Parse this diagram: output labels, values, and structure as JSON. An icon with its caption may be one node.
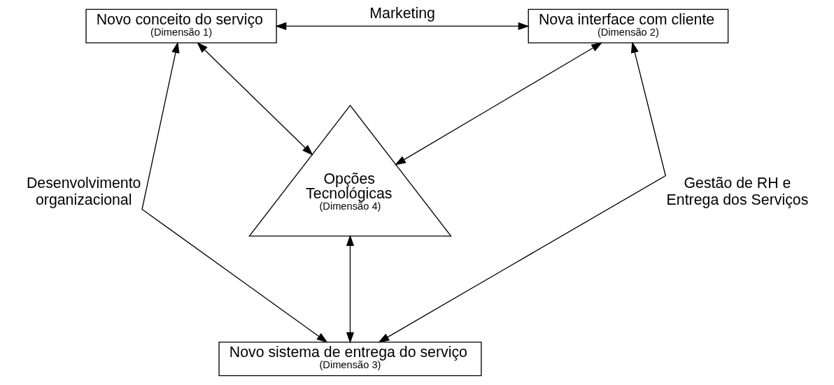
{
  "diagram": {
    "nodes": [
      {
        "text": [
          "Novo conceito do serviço",
          "(Dimensão 1)"
        ]
      },
      {
        "text": [
          "Nova interface com cliente",
          "(Dimensão 2)"
        ]
      },
      {
        "text": [
          "Opções Tecnológicas",
          "(Dimensão 4)"
        ]
      },
      {
        "text": [
          "Novo sistema de entrega do serviço",
          "(Dimensão 3)"
        ]
      }
    ],
    "edges": [
      {
        "from": 0,
        "to": 1,
        "arrow": "both",
        "label": "Marketing"
      },
      {
        "from": 0,
        "to": 2,
        "arrow": "both"
      },
      {
        "from": 1,
        "to": 2,
        "arrow": "both"
      },
      {
        "from": 0,
        "to": 3,
        "arrow": "both",
        "label": "Desenvolvimento organizacional"
      },
      {
        "from": 1,
        "to": 3,
        "arrow": "both",
        "label": "Gestão de RH e Entrega dos Serviços"
      },
      {
        "from": 2,
        "to": 3,
        "arrow": "both"
      }
    ]
  }
}
